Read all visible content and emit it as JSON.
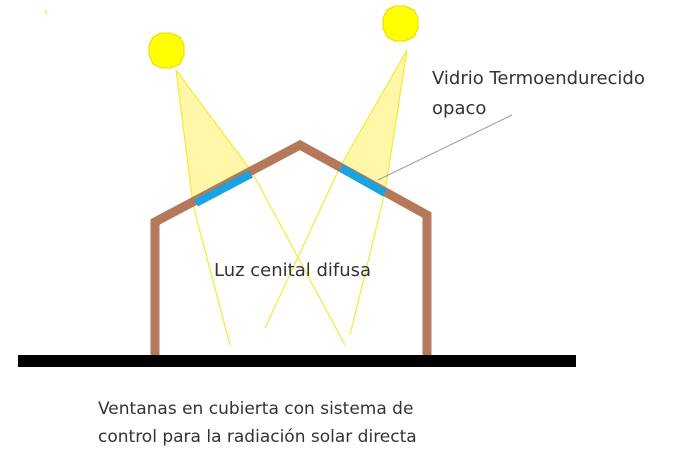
{
  "labels": {
    "glass_line1": "Vidrio Termoendurecido",
    "glass_line2": "opaco",
    "center": "Luz cenital difusa",
    "caption_line1": "Ventanas en cubierta con sistema de",
    "caption_line2": "control para la radiación solar directa"
  },
  "colors": {
    "sun_fill": "#ffff00",
    "sun_stroke": "#e8d800",
    "light_cone": "#fff7a8",
    "light_ray": "#f2ea3a",
    "wall": "#b5785a",
    "glass": "#1aa3e0",
    "ground": "#000000",
    "text": "#333333",
    "leader_line": "#999999"
  },
  "icons": {
    "sun_left": "sun-icon",
    "sun_right": "sun-icon"
  }
}
